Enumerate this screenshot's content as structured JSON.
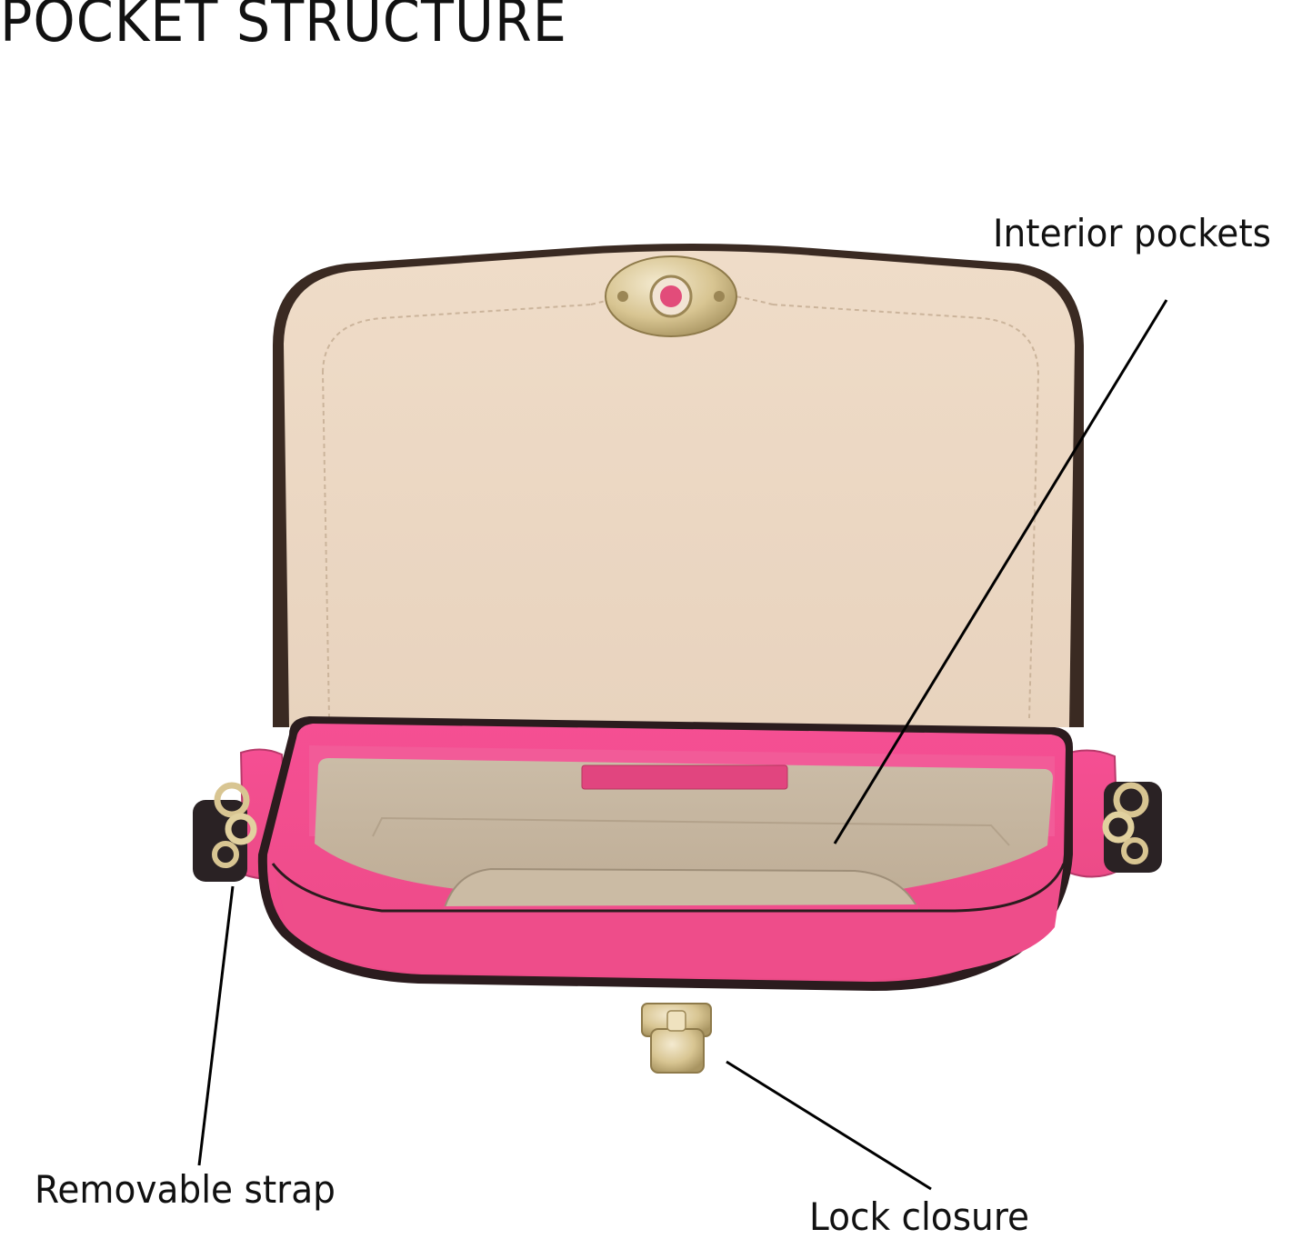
{
  "page": {
    "title": "POCKET STRUCTURE"
  },
  "callouts": {
    "interior_pockets": "Interior pockets",
    "removable_strap": "Removable strap",
    "lock_closure": "Lock closure"
  },
  "colors": {
    "bag_pink": "#f04e8c",
    "flap_beige": "#ead7c3",
    "lining_beige": "#c9b9a2",
    "hardware_gold": "#d9c89a"
  }
}
